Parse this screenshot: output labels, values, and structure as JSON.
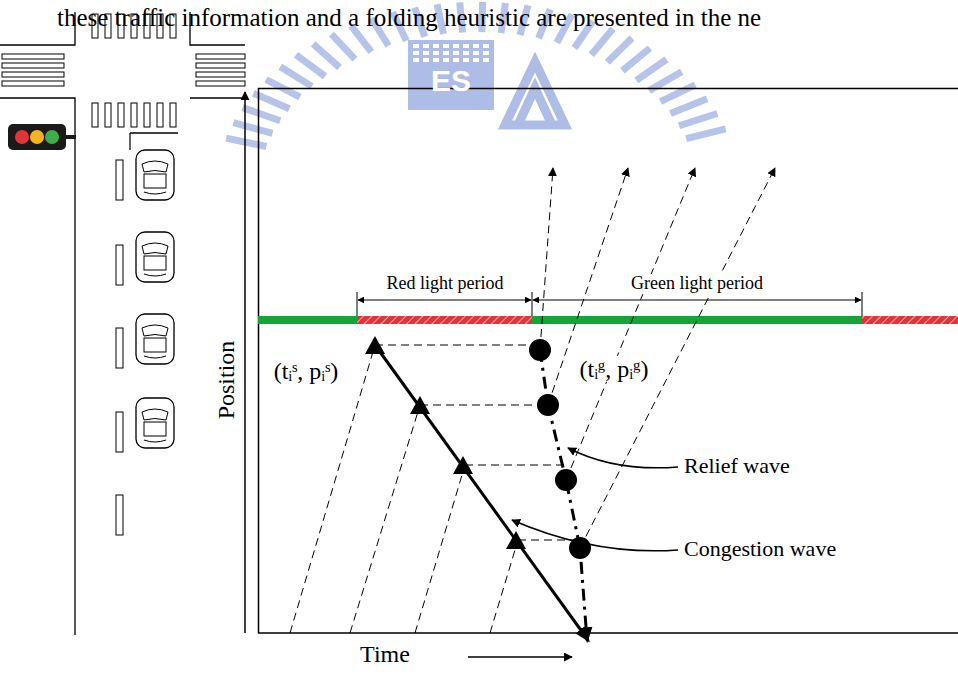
{
  "diagram": {
    "labels": [
      "these traffic information and a folding heuristic are presented in the ne",
      "ES",
      "Red light period",
      "Green light period",
      "(tᵢˢ, pᵢˢ)",
      "(tᵢᵍ, pᵢᵍ)",
      "Relief wave",
      "Congestion wave",
      "Position",
      "Time"
    ]
  }
}
